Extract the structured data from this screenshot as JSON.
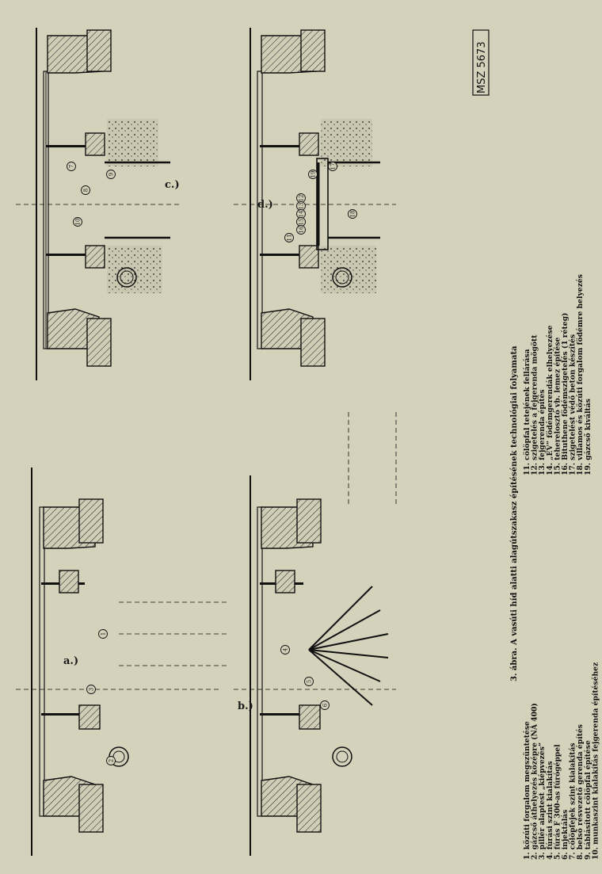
{
  "stamp": "MSZ 5673",
  "title": "3. ábra. A vasúti híd alatti alagútszakasz építésének technológiai folyamata",
  "panels": [
    {
      "id": "a",
      "label": "a.)"
    },
    {
      "id": "b",
      "label": "b.)"
    },
    {
      "id": "c",
      "label": "c.)"
    },
    {
      "id": "d",
      "label": "d.)"
    }
  ],
  "legend_left": [
    "1. közúti forgalom megszüntetése",
    "2. gázcső áthelyezés középre (NÁ 400)",
    "3. pillér alaptest „kiépvezés”",
    "4. fúrási szint kialakítás",
    "5. fúrás F 300-as fúrógéppel",
    "6. injektálás",
    "7. cölöpfejek szint kialakítás",
    "8. belső résvezető gerenda építés",
    "9. táblásított cölöpfal építése",
    "10. munkaszint kialakítás fejgerenda építéséhez"
  ],
  "legend_right": [
    "11. cölöpfal tetejének fellárása",
    "12. szigetelés a fejgerenda mögött",
    "13. fejgerenda építés",
    "14. „EV” födémgerendák elhelyezése",
    "15. teherelosztó vb. lemez építése",
    "16. Bituthene födémszigetelés (1 réteg)",
    "17. szigetelést védő beton készítés",
    "18. villamos és közúti forgalom födémre helyezés",
    "19. gázcső kiváltás"
  ],
  "callouts": {
    "a": [
      "1",
      "2",
      "3"
    ],
    "b": [
      "4",
      "5",
      "6"
    ],
    "c": [
      "7",
      "8",
      "9",
      "10"
    ],
    "d": [
      "11",
      "12",
      "13",
      "14",
      "15",
      "16",
      "17",
      "18",
      "19"
    ]
  }
}
